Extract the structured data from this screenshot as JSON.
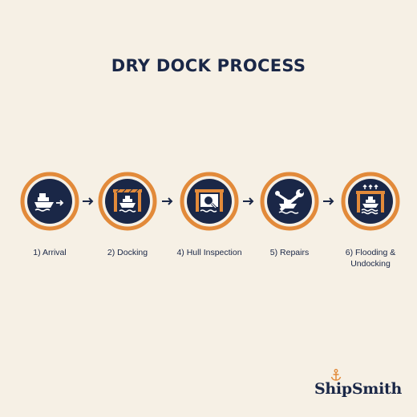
{
  "title": "DRY DOCK PROCESS",
  "steps": [
    {
      "label": "1) Arrival",
      "icon": "ship-arrival-icon"
    },
    {
      "label": "2) Docking",
      "icon": "ship-in-dock-icon"
    },
    {
      "label": "4) Hull Inspection",
      "icon": "hull-inspection-icon"
    },
    {
      "label": "5) Repairs",
      "icon": "wrench-ship-icon"
    },
    {
      "label": "6) Flooding & Undocking",
      "icon": "flooding-undocking-icon"
    }
  ],
  "brand": {
    "name": "ShipSmith",
    "icon": "anchor-icon"
  },
  "colors": {
    "background": "#f6f0e5",
    "navy": "#1a2747",
    "orange": "#e28a3a"
  }
}
